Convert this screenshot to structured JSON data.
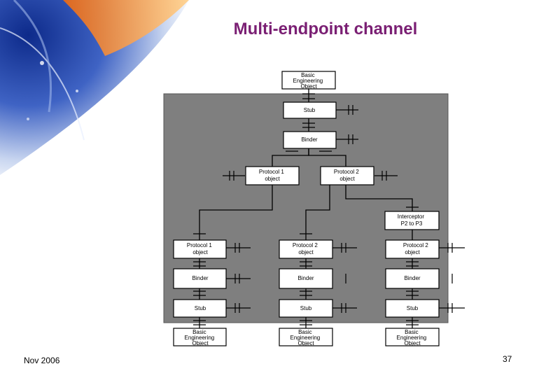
{
  "slide": {
    "title": "Multi-endpoint channel",
    "date": "Nov 2006",
    "page_number": "37"
  },
  "colors": {
    "title": "#7a1f73",
    "panel": "#7f7f7f",
    "box": "#ffffff"
  },
  "diagram": {
    "top_object": "Basic Engineering Object",
    "top_stub": "Stub",
    "top_binder": "Binder",
    "protocol1_object": "Protocol 1 object",
    "protocol2_object": "Protocol 2 object",
    "interceptor": "Interceptor P2 to P3",
    "columns": [
      {
        "protocol": "Protocol 1 object",
        "binder": "Binder",
        "stub": "Stub",
        "beo": "Basic Engineering Object"
      },
      {
        "protocol": "Protocol 2 object",
        "binder": "Binder",
        "stub": "Stub",
        "beo": "Basic Engineering Object"
      },
      {
        "protocol": "Protocol 2 object",
        "binder": "Binder",
        "stub": "Stub",
        "beo": "Basic Engineering Object"
      }
    ]
  }
}
